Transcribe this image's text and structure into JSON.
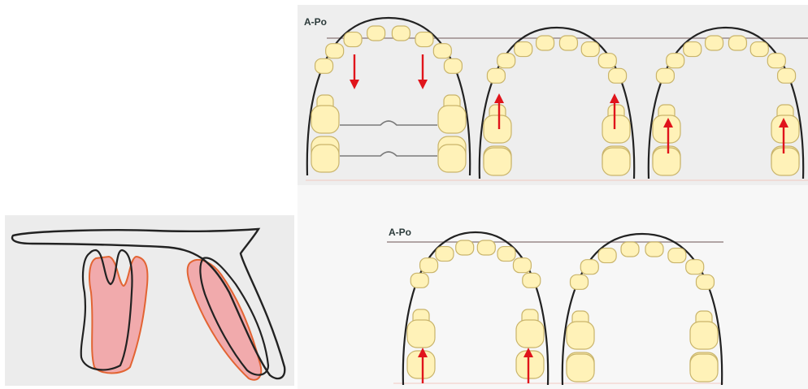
{
  "labels": {
    "reference_line_top": "A-Po",
    "reference_line_bottom": "A-Po"
  },
  "colors": {
    "arch_outline": "#222222",
    "tooth_fill": "#fff2b8",
    "tooth_stroke": "#c9b46a",
    "arrow": "#e0141b",
    "panel_top_bg": "#eeeeee",
    "panel_bottom_bg": "#f7f7f7",
    "side_panel_bg": "#ececec",
    "root_fill": "#f2a3a6",
    "root_stroke": "#e2561f",
    "reference_line": "#9a8a8a",
    "baseline": "#f0c8c0"
  },
  "diagram": {
    "arches": [
      {
        "id": "arch-1",
        "arrows": [
          "down",
          "down"
        ],
        "appliance": true,
        "molars": 2
      },
      {
        "id": "arch-2",
        "arrows": [
          "up",
          "up"
        ],
        "appliance": false,
        "molars": 2
      },
      {
        "id": "arch-3",
        "arrows": [
          "up",
          "up"
        ],
        "appliance": false,
        "molars": 2
      },
      {
        "id": "arch-4",
        "arrows": [
          "up",
          "up"
        ],
        "appliance": false,
        "molars": 1
      },
      {
        "id": "arch-5",
        "arrows": [],
        "appliance": false,
        "molars": 2
      }
    ]
  }
}
